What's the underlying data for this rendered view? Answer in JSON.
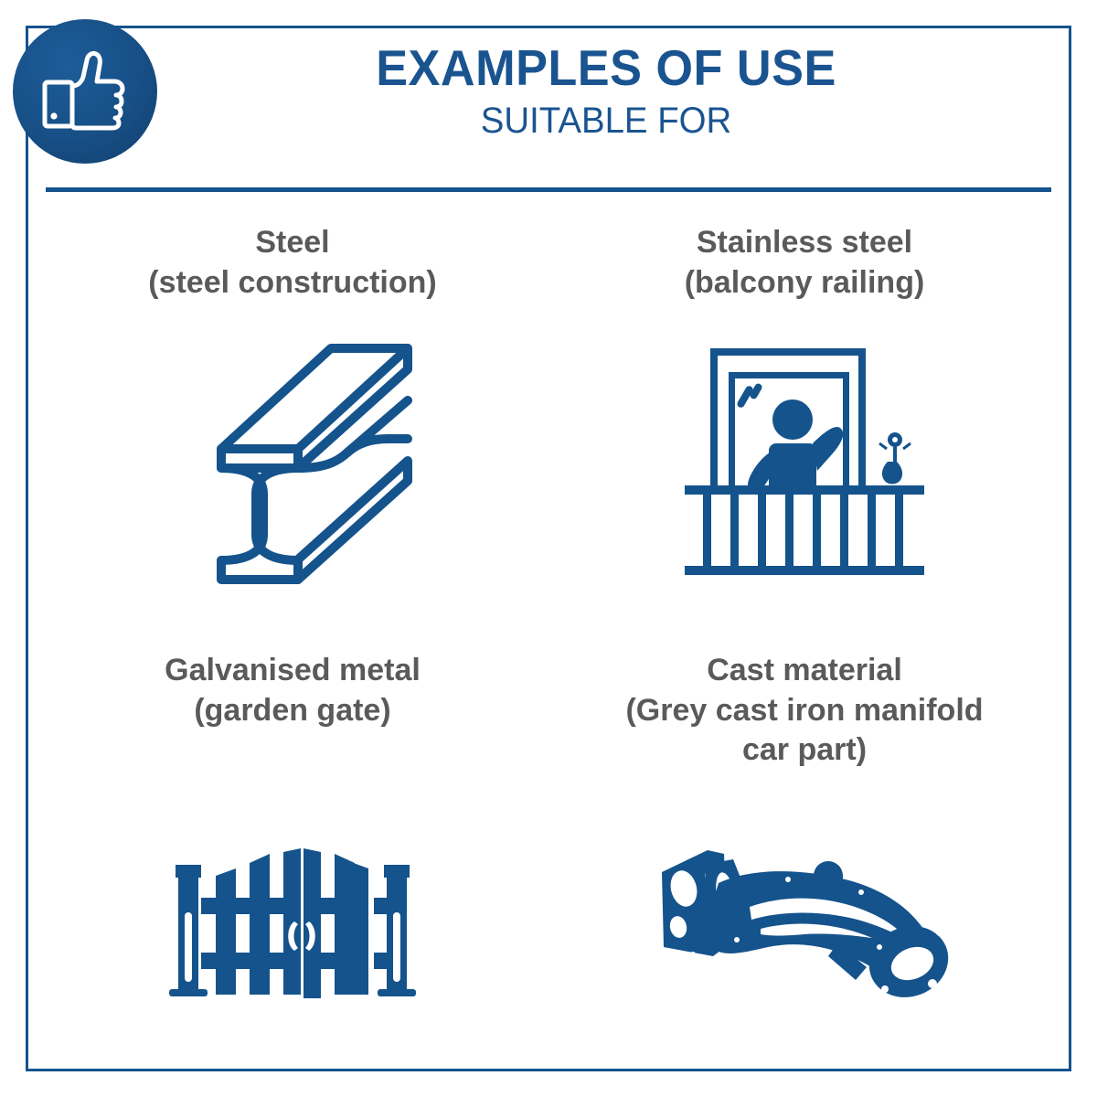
{
  "theme": {
    "brand_blue": "#15538c",
    "title_blue": "#1a5490",
    "badge_blue": "#174f86",
    "label_grey": "#5a5a5a",
    "background": "#ffffff"
  },
  "badge": {
    "icon": "thumbs-up-icon",
    "meaning": "suitable / approved"
  },
  "header": {
    "title": "EXAMPLES OF USE",
    "subtitle": "SUITABLE FOR"
  },
  "examples": [
    {
      "id": "steel",
      "label": "Steel\n(steel construction)",
      "material": "Steel",
      "application": "(steel construction)",
      "icon": "i-beam-icon"
    },
    {
      "id": "stainless-steel",
      "label": "Stainless steel\n(balcony railing)",
      "material": "Stainless steel",
      "application": "(balcony railing)",
      "icon": "balcony-railing-icon"
    },
    {
      "id": "galvanised-metal",
      "label": "Galvanised metal\n(garden gate)",
      "material": "Galvanised metal",
      "application": "(garden gate)",
      "icon": "garden-gate-icon"
    },
    {
      "id": "cast-material",
      "label": "Cast material\n(Grey cast iron manifold\ncar part)",
      "material": "Cast material",
      "application": "(Grey cast iron manifold car part)",
      "icon": "exhaust-manifold-icon"
    }
  ]
}
